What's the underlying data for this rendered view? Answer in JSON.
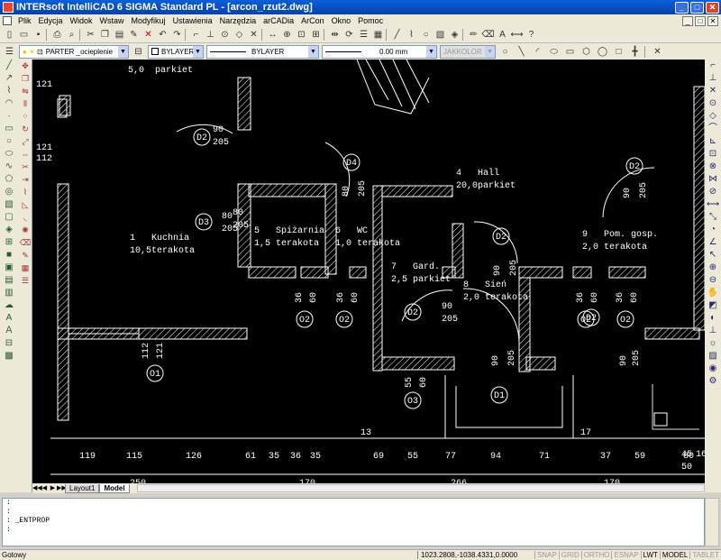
{
  "titlebar": {
    "title": "INTERsoft IntelliCAD 6 SIGMA Standard PL - [arcon_rzut2.dwg]"
  },
  "menu": [
    {
      "key": "plik",
      "label": "Plik"
    },
    {
      "key": "edycja",
      "label": "Edycja"
    },
    {
      "key": "widok",
      "label": "Widok"
    },
    {
      "key": "wstaw",
      "label": "Wstaw"
    },
    {
      "key": "modyfikuj",
      "label": "Modyfikuj"
    },
    {
      "key": "ustawienia",
      "label": "Ustawienia"
    },
    {
      "key": "narzedzia",
      "label": "Narzędzia"
    },
    {
      "key": "arcadia",
      "label": "arCADia"
    },
    {
      "key": "arcon",
      "label": "ArCon"
    },
    {
      "key": "okno",
      "label": "Okno"
    },
    {
      "key": "pomoc",
      "label": "Pomoc"
    }
  ],
  "properties": {
    "layer": "PARTER _ocieplenie",
    "color": "BYLAYER",
    "linetype": "BYLAYER",
    "lineweight": "0.00 mm",
    "plotstyle": "JAKKOLOR"
  },
  "rooms": [
    {
      "num": "5,0",
      "name": "parkiet"
    },
    {
      "num": "1",
      "name": "Kuchnia",
      "area": "10,5",
      "floor": "terakota"
    },
    {
      "num": "5",
      "name": "Spiżarnia",
      "area": "1,5",
      "floor": "terakota"
    },
    {
      "num": "6",
      "name": "WC",
      "area": "1,0",
      "floor": "terakota"
    },
    {
      "num": "4",
      "name": "Hall",
      "area": "20,0",
      "floor": "parkiet"
    },
    {
      "num": "7",
      "name": "Gard.",
      "area": "2,5",
      "floor": "parkiet"
    },
    {
      "num": "8",
      "name": "Sień",
      "area": "2,0",
      "floor": "terakota"
    },
    {
      "num": "9",
      "name": "Pom. gosp.",
      "area": "2,0",
      "floor": "terakota"
    }
  ],
  "doors": [
    "D2",
    "D4",
    "D3",
    "D2",
    "D2",
    "D2",
    "O2",
    "O2",
    "D2",
    "O1",
    "O3",
    "D1",
    "O2",
    "O2"
  ],
  "door_dims": [
    "90",
    "205",
    "80",
    "205",
    "80",
    "205",
    "90",
    "205",
    "90",
    "205",
    "90",
    "205",
    "90",
    "205",
    "80",
    "205",
    "36",
    "60",
    "36",
    "60",
    "36",
    "60",
    "36",
    "60",
    "112",
    "121",
    "55",
    "60",
    "90",
    "205",
    "121",
    "112",
    "121",
    "45",
    "16",
    "50"
  ],
  "dims_bottom": [
    "119",
    "115",
    "126",
    "61",
    "35",
    "36",
    "35",
    "69",
    "55",
    "77",
    "94",
    "71",
    "37",
    "59",
    "80"
  ],
  "dims_small": [
    "13",
    "17",
    "250",
    "170",
    "266",
    "170"
  ],
  "tabs": [
    {
      "label": "Layout1"
    },
    {
      "label": "Model"
    }
  ],
  "command": {
    "line1": ":",
    "line2": ":",
    "line3": ": _ENTPROP",
    "line4": ":"
  },
  "status": {
    "message": "Gotowy",
    "coords": "1023.2808,-1038.4331,0.0000",
    "snap": "SNAP",
    "grid": "GRID",
    "ortho": "ORTHO",
    "esnap": "ESNAP",
    "lwt": "LWT",
    "model": "MODEL",
    "tablet": "TABLET"
  },
  "colors": {
    "canvas": "#000000",
    "lines": "#ffffff",
    "titlebar": "#0a5fd8"
  }
}
